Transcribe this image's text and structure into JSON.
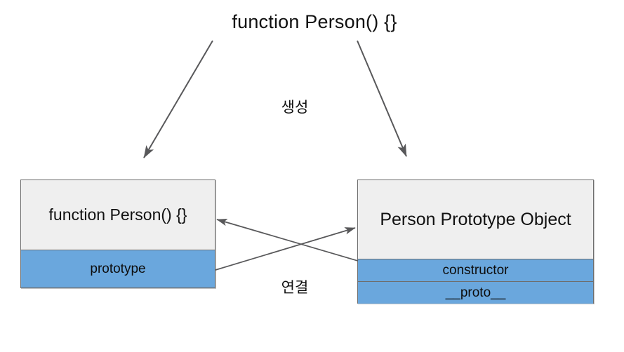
{
  "diagram": {
    "title": "function Person() {}",
    "labels": {
      "create": "생성",
      "link": "연결"
    },
    "boxes": {
      "constructor_box": {
        "header": "function Person() {}",
        "rows": [
          {
            "label": "prototype"
          }
        ]
      },
      "prototype_box": {
        "header": "Person Prototype Object",
        "rows": [
          {
            "label": "constructor"
          },
          {
            "label": "__proto__"
          }
        ]
      }
    },
    "colors": {
      "property_row": "#6aa7dd",
      "header_row": "#efefef",
      "border": "#6e6e6e",
      "arrow": "#58585a",
      "background": "#ffffff",
      "text": "#111111"
    },
    "arrows": [
      {
        "name": "create-to-constructor",
        "from": "function Person() {}",
        "to": "function Person() {} box"
      },
      {
        "name": "create-to-prototype",
        "from": "function Person() {}",
        "to": "Person Prototype Object box"
      },
      {
        "name": "prototype-to-prototype-object",
        "from": "prototype",
        "to": "Person Prototype Object"
      },
      {
        "name": "constructor-to-function",
        "from": "constructor",
        "to": "function Person() {} box"
      }
    ]
  }
}
